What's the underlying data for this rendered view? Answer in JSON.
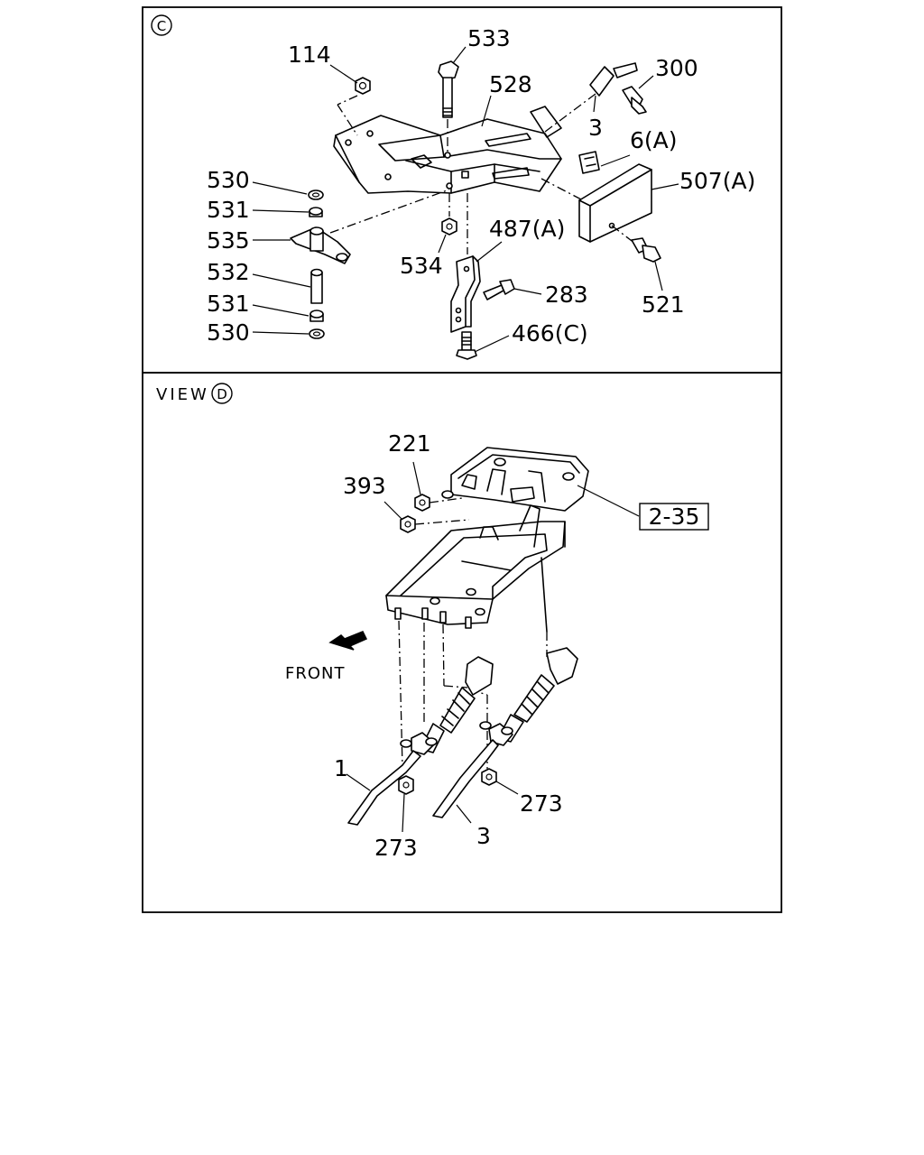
{
  "panel_c": {
    "marker": "C",
    "callouts": {
      "p114": "114",
      "p533": "533",
      "p528": "528",
      "p300": "300",
      "p3": "3",
      "p6a": "6(A)",
      "p507a": "507(A)",
      "p530a": "530",
      "p531a": "531",
      "p535": "535",
      "p532": "532",
      "p531b": "531",
      "p530b": "530",
      "p534": "534",
      "p487a": "487(A)",
      "p283": "283",
      "p521": "521",
      "p466c": "466(C)"
    }
  },
  "panel_d": {
    "view_label": "VIEW",
    "marker": "D",
    "front_label": "FRONT",
    "ref_box": "2-35",
    "callouts": {
      "p221": "221",
      "p393": "393",
      "p1": "1",
      "p273a": "273",
      "p273b": "273",
      "p3": "3"
    }
  }
}
